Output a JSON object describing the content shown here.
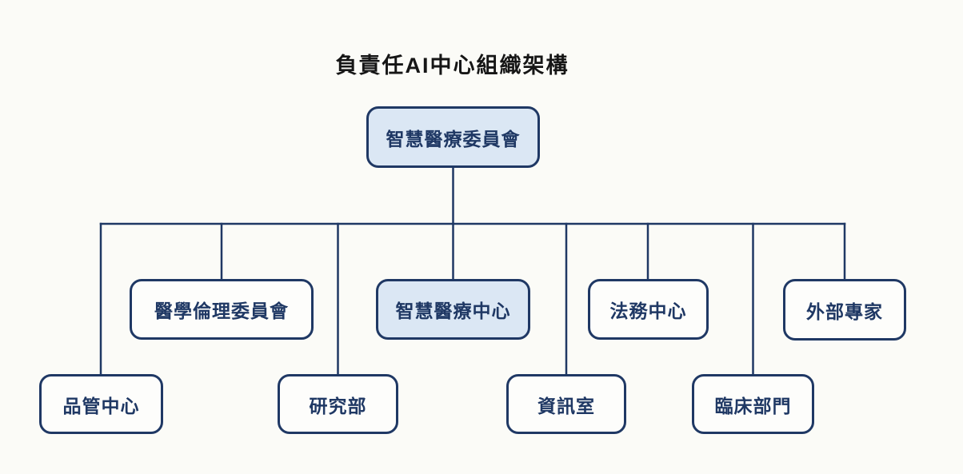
{
  "title": "負責任AI中心組織架構",
  "colors": {
    "background": "#fbfbf7",
    "line": "#1f3864",
    "node_border": "#1f3864",
    "node_text": "#1f3864",
    "highlight_fill": "#dbe7f4",
    "plain_fill": "#fdfdfb",
    "title_color": "#161616"
  },
  "nodes": {
    "root": {
      "label": "智慧醫療委員會",
      "highlighted": true
    },
    "ethics": {
      "label": "醫學倫理委員會",
      "highlighted": false
    },
    "smart_center": {
      "label": "智慧醫療中心",
      "highlighted": true
    },
    "legal": {
      "label": "法務中心",
      "highlighted": false
    },
    "external": {
      "label": "外部專家",
      "highlighted": false
    },
    "quality": {
      "label": "品管中心",
      "highlighted": false
    },
    "research": {
      "label": "研究部",
      "highlighted": false
    },
    "info": {
      "label": "資訊室",
      "highlighted": false
    },
    "clinical": {
      "label": "臨床部門",
      "highlighted": false
    }
  }
}
